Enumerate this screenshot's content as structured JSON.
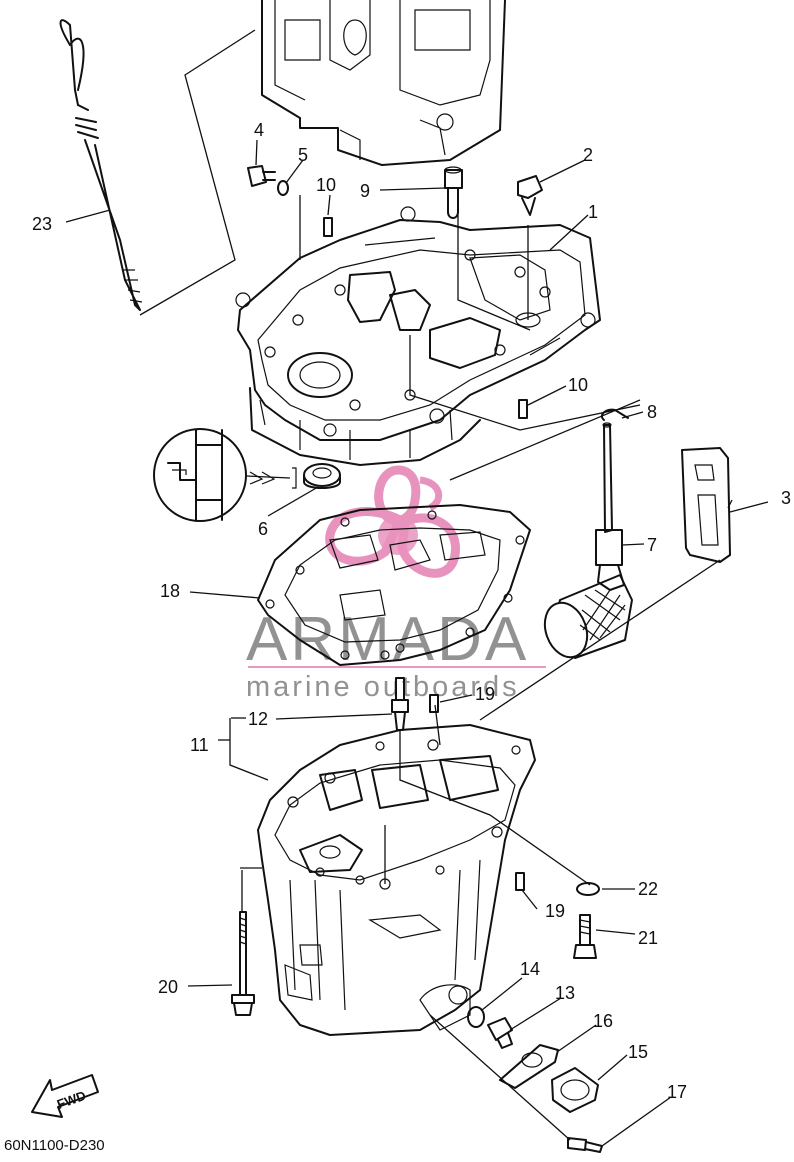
{
  "watermark": {
    "brand": "ARMADA",
    "tagline": "marine outboards",
    "accent_color": "#e06fa8"
  },
  "diagram_code": "60N1100-D230",
  "direction_arrow": {
    "label": "FWD",
    "icon": "fwd-arrow-icon"
  },
  "callouts": [
    {
      "id": "c1",
      "label": "1"
    },
    {
      "id": "c2",
      "label": "2"
    },
    {
      "id": "c3",
      "label": "3"
    },
    {
      "id": "c4",
      "label": "4"
    },
    {
      "id": "c5",
      "label": "5"
    },
    {
      "id": "c6",
      "label": "6"
    },
    {
      "id": "c7",
      "label": "7"
    },
    {
      "id": "c8",
      "label": "8"
    },
    {
      "id": "c9",
      "label": "9"
    },
    {
      "id": "c10a",
      "label": "10"
    },
    {
      "id": "c10b",
      "label": "10"
    },
    {
      "id": "c11",
      "label": "11"
    },
    {
      "id": "c12",
      "label": "12"
    },
    {
      "id": "c13",
      "label": "13"
    },
    {
      "id": "c14",
      "label": "14"
    },
    {
      "id": "c15",
      "label": "15"
    },
    {
      "id": "c16",
      "label": "16"
    },
    {
      "id": "c17",
      "label": "17"
    },
    {
      "id": "c18",
      "label": "18"
    },
    {
      "id": "c19a",
      "label": "19"
    },
    {
      "id": "c19b",
      "label": "19"
    },
    {
      "id": "c20",
      "label": "20"
    },
    {
      "id": "c21",
      "label": "21"
    },
    {
      "id": "c22",
      "label": "22"
    },
    {
      "id": "c23",
      "label": "23"
    }
  ]
}
